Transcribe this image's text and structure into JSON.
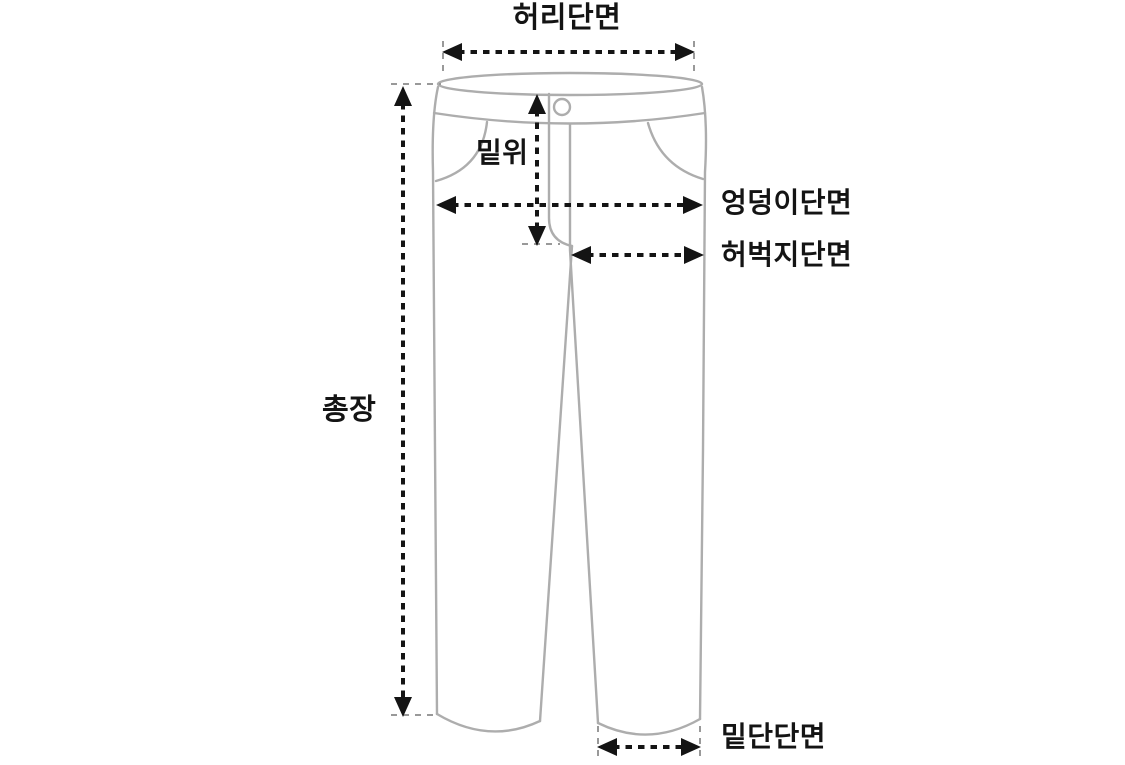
{
  "size_guide": {
    "garment": "pants",
    "colors": {
      "background": "#ffffff",
      "outline": "#adadad",
      "arrow": "#141414",
      "ink": "#141414",
      "tick": "#999999"
    },
    "measurements": {
      "waist": {
        "label": "허리단면"
      },
      "rise": {
        "label": "밑위"
      },
      "hip": {
        "label": "엉덩이단면"
      },
      "thigh": {
        "label": "허벅지단면"
      },
      "total_length": {
        "label": "총장"
      },
      "hem": {
        "label": "밑단단면"
      }
    }
  }
}
